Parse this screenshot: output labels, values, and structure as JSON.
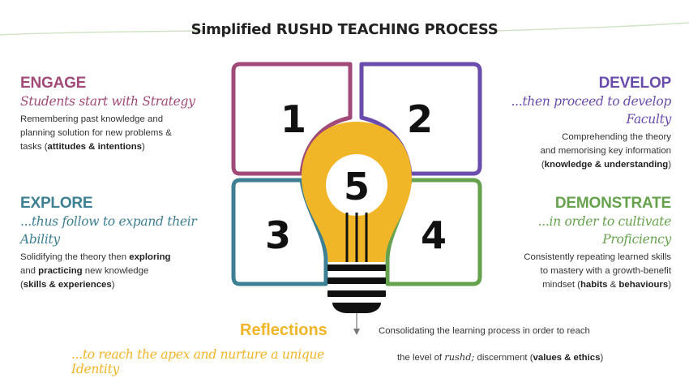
{
  "title": "Simplified RUSHD TEACHING PROCESS",
  "colors": {
    "engage": "#a14a77",
    "develop": "#6a4cad",
    "explore": "#3d7f93",
    "demonstrate": "#66a24d",
    "reflections": "#f1b528",
    "line": "#cfe3c4"
  },
  "quadrants": {
    "engage": {
      "number": "1",
      "heading": "ENGAGE",
      "subtitle": "Students start with Strategy",
      "desc_lines": [
        "Remembering past knowledge and",
        "planning solution for new problems &"
      ],
      "desc_prefix": "tasks (",
      "desc_bold": "attitudes & intentions",
      "desc_suffix": ")"
    },
    "develop": {
      "number": "2",
      "heading": "DEVELOP",
      "subtitle": "...then proceed to develop Faculty",
      "desc_lines": [
        "Comprehending the theory",
        "and memorising key information"
      ],
      "desc_prefix": "(",
      "desc_bold": "knowledge & understanding",
      "desc_suffix": ")"
    },
    "explore": {
      "number": "3",
      "heading": "EXPLORE",
      "subtitle": "...thus follow to expand their Ability",
      "line1_prefix": "Solidifying the theory then ",
      "line1_bold": "exploring",
      "line2_prefix": "and ",
      "line2_bold": "practicing",
      "line2_suffix": " new knowledge",
      "line3_prefix": "(",
      "line3_bold": "skills & experiences",
      "line3_suffix": ")"
    },
    "demonstrate": {
      "number": "4",
      "heading": "DEMONSTRATE",
      "subtitle": "...in order to cultivate Proficiency",
      "desc_lines": [
        "Consistently repeating learned skills",
        "to mastery with a growth-benefit"
      ],
      "line3_prefix": "mindset (",
      "line3_bold1": "habits",
      "line3_mid": " & ",
      "line3_bold2": "behaviours",
      "line3_suffix": ")"
    }
  },
  "reflections": {
    "number": "5",
    "heading": "Reflections",
    "subtitle": "...to reach the apex and nurture a unique Identity",
    "line1": "Consolidating the learning process in order to reach",
    "line2_prefix": "the level of ",
    "line2_italic": "rushd;",
    "line2_mid": " discernment (",
    "line2_bold": "values & ethics",
    "line2_suffix": ")"
  }
}
